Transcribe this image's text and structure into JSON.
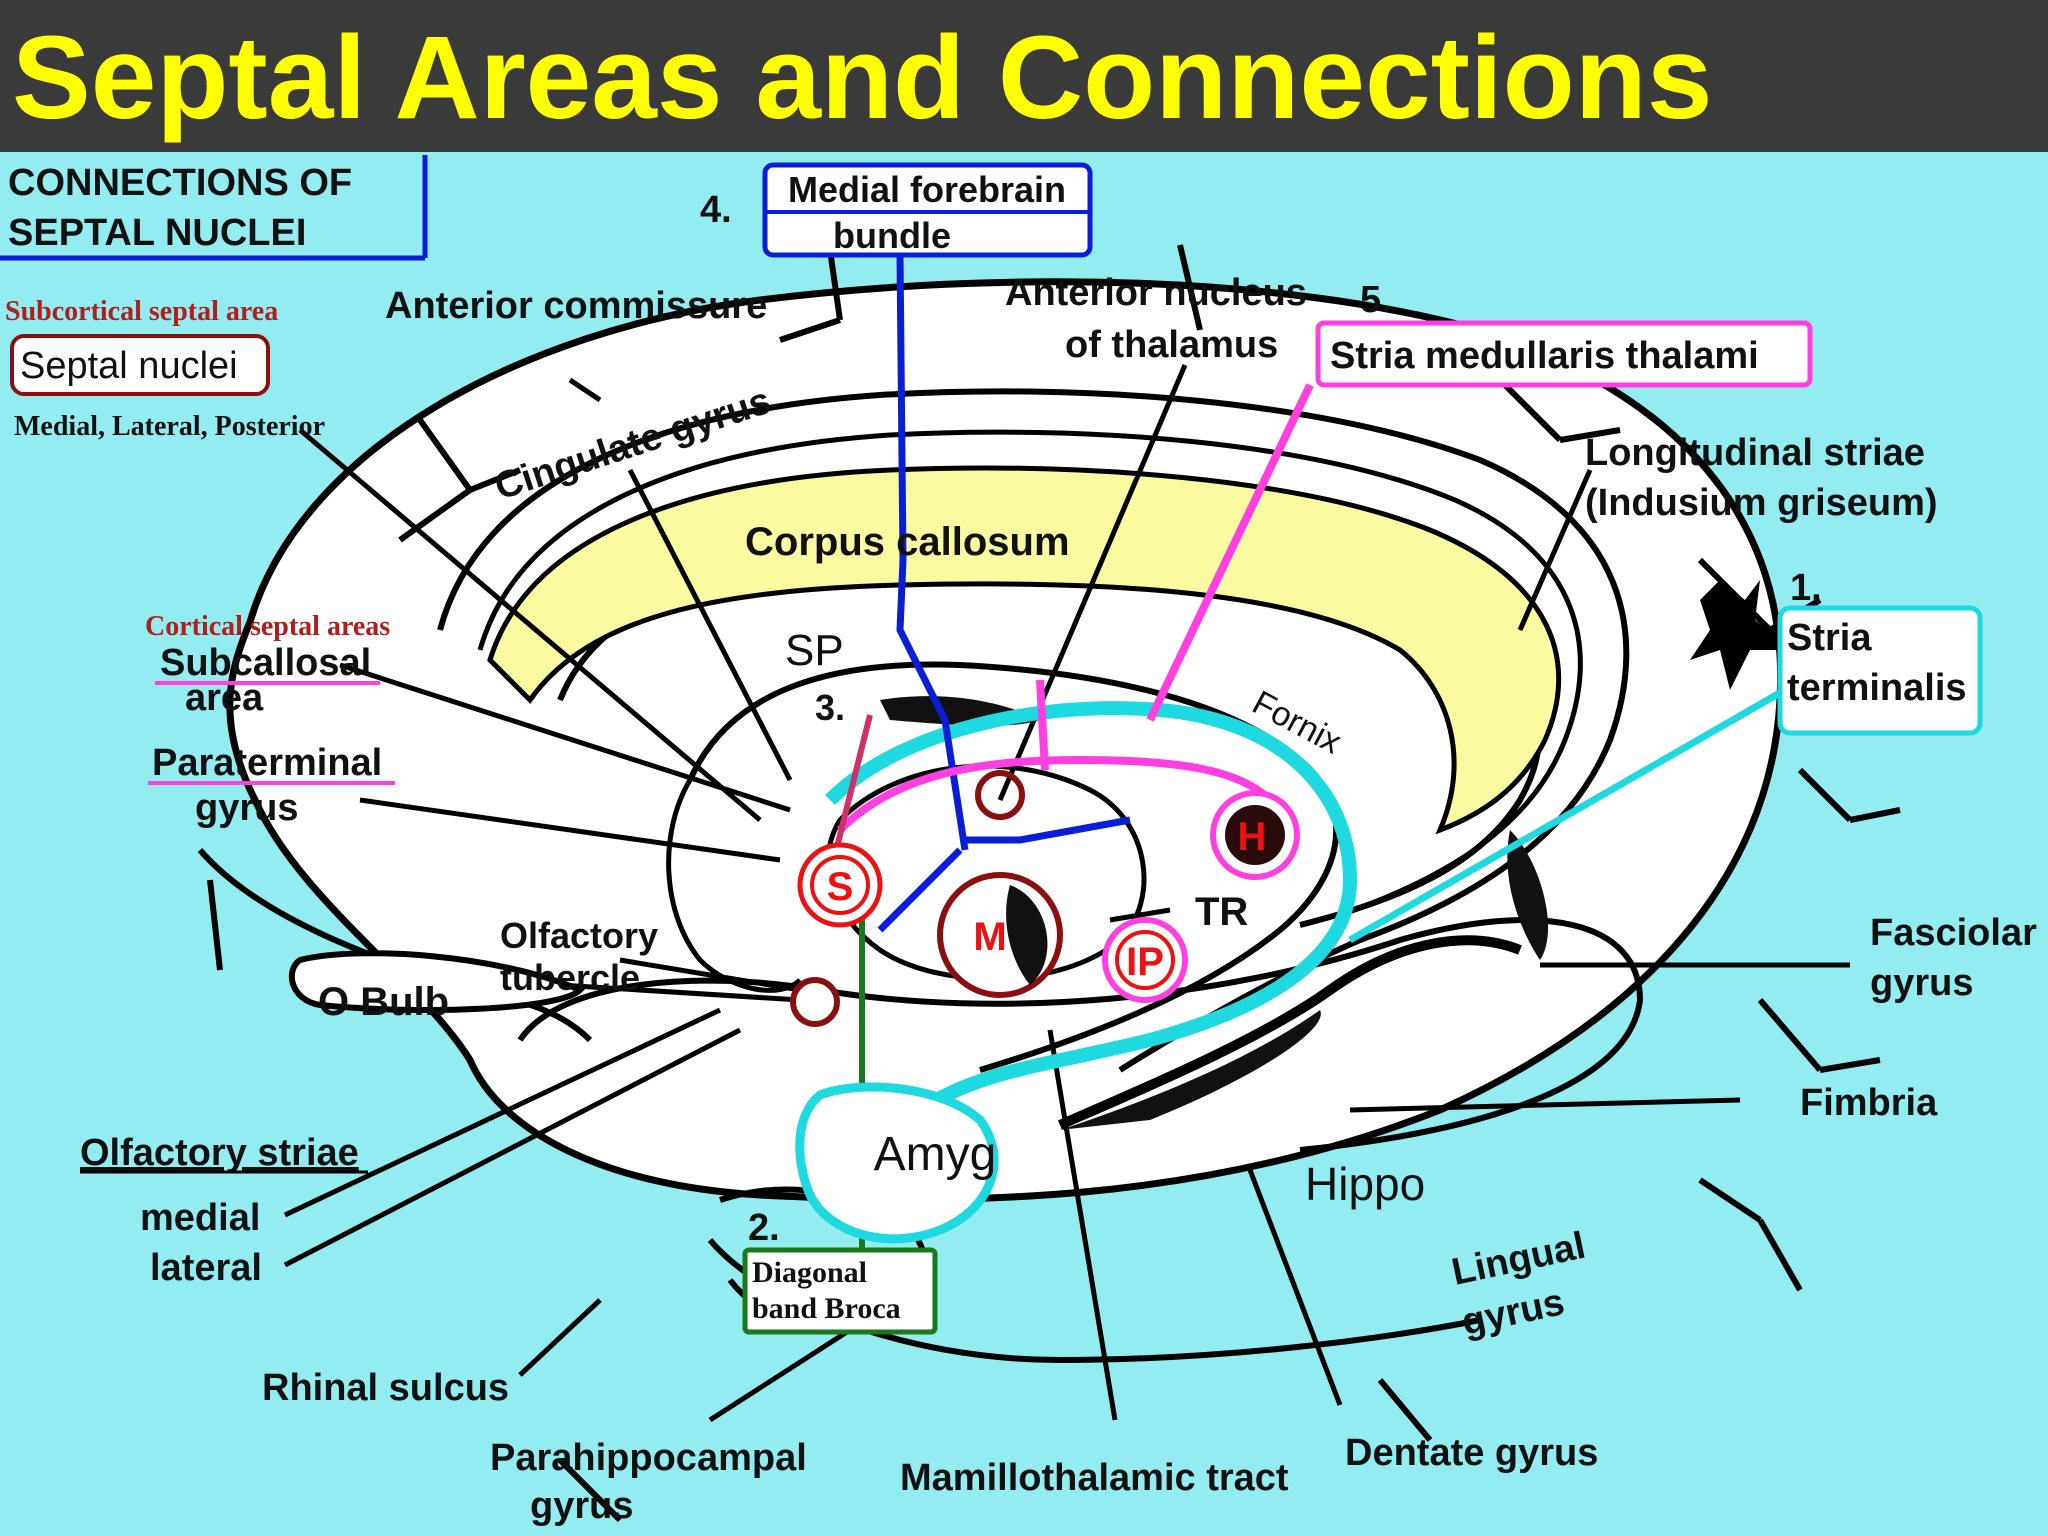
{
  "slide": {
    "title": "Septal Areas and Connections"
  },
  "box_header": {
    "line1": "CONNECTIONS OF",
    "line2": "SEPTAL NUCLEI"
  },
  "subcortical": {
    "heading": "Subcortical septal area",
    "box": "Septal nuclei",
    "sub": "Medial, Lateral, Posterior"
  },
  "cortical": {
    "heading": "Cortical septal areas",
    "subcallosal_1": "Subcallosal",
    "subcallosal_2": "area",
    "paraterminal_1": "Paraterminal",
    "paraterminal_2": "gyrus"
  },
  "pathways": {
    "p1_num": "1.",
    "p1_line1": "Stria",
    "p1_line2": "terminalis",
    "p2_num": "2.",
    "p2_line1": "Diagonal",
    "p2_line2": "band Broca",
    "p3_num": "3.",
    "p4_num": "4.",
    "p4_line1": "Medial forebrain",
    "p4_line2": "bundle",
    "p5_num": "5.",
    "p5_box": "Stria medullaris thalami"
  },
  "structures": {
    "anterior_commissure": "Anterior commissure",
    "anterior_nucleus_1": "Anterior nucleus",
    "anterior_nucleus_2": "of thalamus",
    "cingulate_gyrus": "Cingulate gyrus",
    "corpus_callosum": "Corpus callosum",
    "longitudinal_1": "Longitudinal striae",
    "longitudinal_2": "(Indusium griseum)",
    "sp": "SP",
    "fornix": "Fornix",
    "tr": "TR",
    "olfactory_tubercle_1": "Olfactory",
    "olfactory_tubercle_2": "tubercle",
    "o_bulb": "O Bulb",
    "amyg": "Amyg",
    "hippo": "Hippo",
    "fasciolar_1": "Fasciolar",
    "fasciolar_2": "gyrus",
    "fimbria": "Fimbria",
    "olfactory_striae": "Olfactory striae",
    "medial": "medial",
    "lateral": "lateral",
    "lingual_1": "Lingual",
    "lingual_2": "gyrus",
    "rhinal_sulcus": "Rhinal sulcus",
    "parahippocampal_1": "Parahippocampal",
    "parahippocampal_2": "gyrus",
    "mamillothalamic": "Mamillothalamic tract",
    "dentate": "Dentate gyrus"
  },
  "nuclei": {
    "s": "S",
    "m": "M",
    "h": "H",
    "ip": "IP"
  },
  "colors": {
    "background": "#92ecf0",
    "header": "#3a3a3a",
    "title": "#ffff00",
    "corpus_callosum_fill": "#fafaa0",
    "stria_terminalis": "#1ed9e0",
    "medial_forebrain_bundle": "#0a1ed8",
    "stria_medullaris": "#ff40e0",
    "diagonal_band": "#1a7a1a",
    "septal_nuclei": "#ee1111",
    "dark_red": "#8a1010"
  }
}
